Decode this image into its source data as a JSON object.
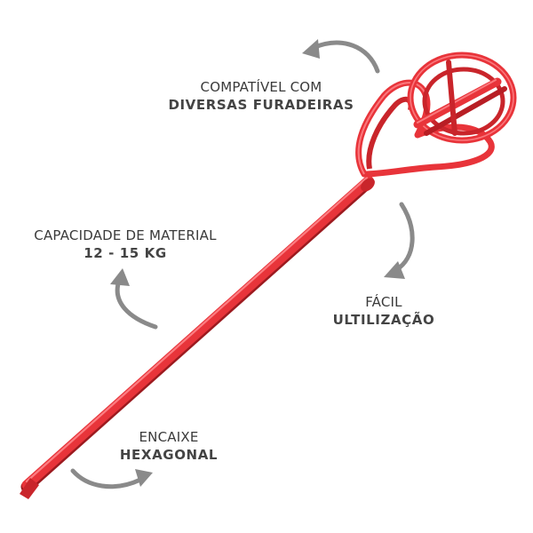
{
  "callouts": {
    "compatible": {
      "line1": "COMPATÍVEL COM",
      "line2": "DIVERSAS FURADEIRAS"
    },
    "capacity": {
      "line1": "CAPACIDADE DE MATERIAL",
      "line2": "12 - 15 KG"
    },
    "ease": {
      "line1": "FÁCIL",
      "line2": "ULTILIZAÇÃO"
    },
    "fitting": {
      "line1": "ENCAIXE",
      "line2": "HEXAGONAL"
    }
  },
  "colors": {
    "product_red": "#e8343a",
    "product_red_dark": "#b81e24",
    "product_red_light": "#ff7a7e",
    "arrow_gray": "#8a8a8a",
    "text": "#3a3a3a"
  },
  "icons": {
    "arrows": [
      "curved-arrow-icon",
      "curved-arrow-icon",
      "curved-arrow-icon",
      "curved-arrow-icon"
    ]
  }
}
